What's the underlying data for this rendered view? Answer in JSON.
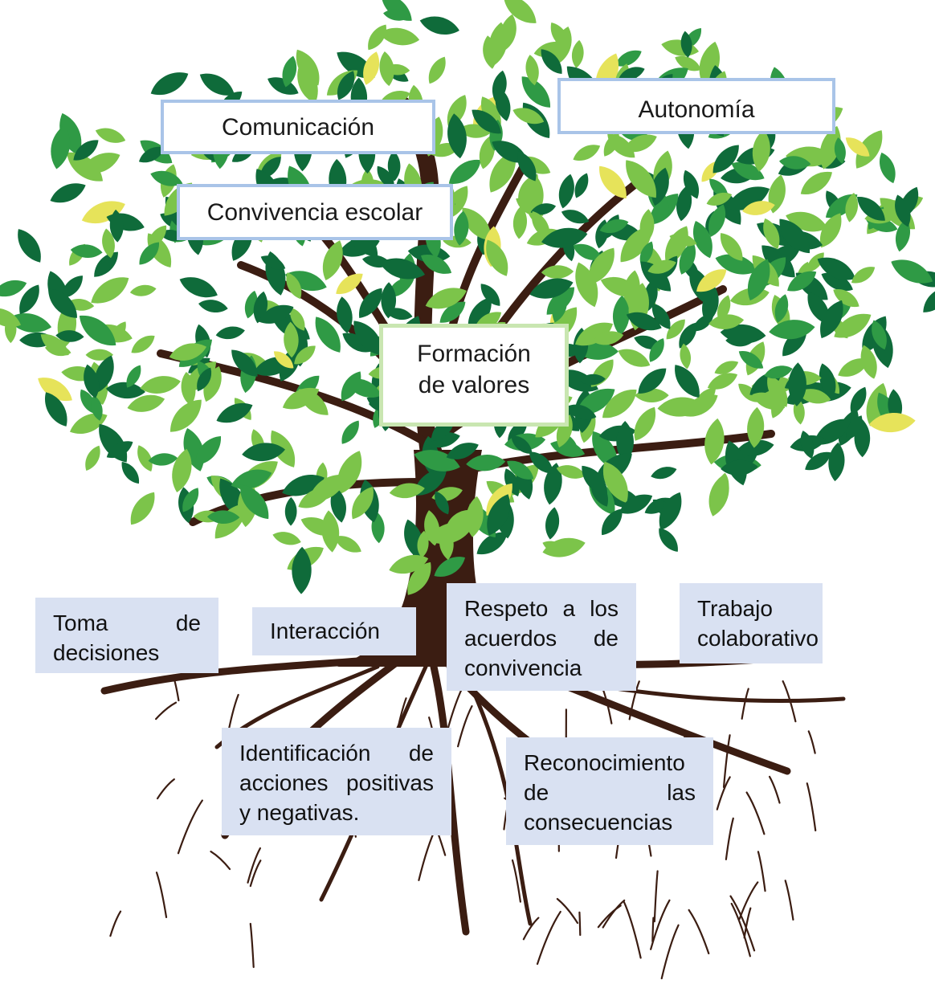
{
  "crown_labels": {
    "comunicacion": "Comunicación",
    "autonomia": "Autonomía",
    "convivencia": "Convivencia escolar",
    "formacion_line1": "Formación",
    "formacion_line2": "de valores"
  },
  "root_labels": {
    "toma": "Toma de decisiones",
    "interaccion": "Interacción",
    "respeto": "Respeto a los acuerdos de convivencia",
    "trabajo": "Trabajo colaborativo",
    "identificacion": "Identificación de acciones positivas y negativas.",
    "reconocimiento": "Reconocimiento de las consecuencias"
  },
  "colors": {
    "trunk": "#3b1d12",
    "leaf_dark": "#0f6b3a",
    "leaf_mid": "#2f9a45",
    "leaf_light": "#7cc44a",
    "leaf_yellow": "#e6e35a",
    "crown_border": "#a9c4e8",
    "center_border": "#c9e6b1",
    "root_box_fill": "#d9e1f2"
  }
}
